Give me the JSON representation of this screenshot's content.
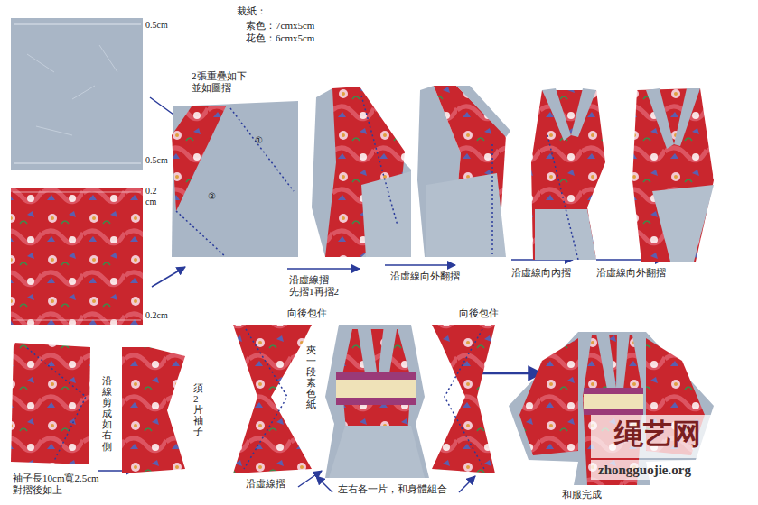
{
  "diagram": {
    "labels": [
      "裁紙：",
      "素色：7cmx5cm",
      "花色：6cmx5cm",
      "0.5cm",
      "0.5cm",
      "0.2 cm",
      "0.2cm",
      "2張重疊如下 並如圖摺",
      "①",
      "②",
      "沿虛線摺 先摺1再摺2",
      "沿虛線向外翻摺",
      "沿虛線向內摺",
      "沿虛線向外翻摺",
      "袖子長10cm寬2.5cm 對摺後如上",
      "沿線剪成如右側",
      "須2片袖子",
      "沿虛線摺",
      "向後包住",
      "夾一段素色紙",
      "向後包住",
      "左右各一片，和身體組合",
      "和服完成",
      "绳艺网",
      "zhongguojie.org"
    ]
  }
}
